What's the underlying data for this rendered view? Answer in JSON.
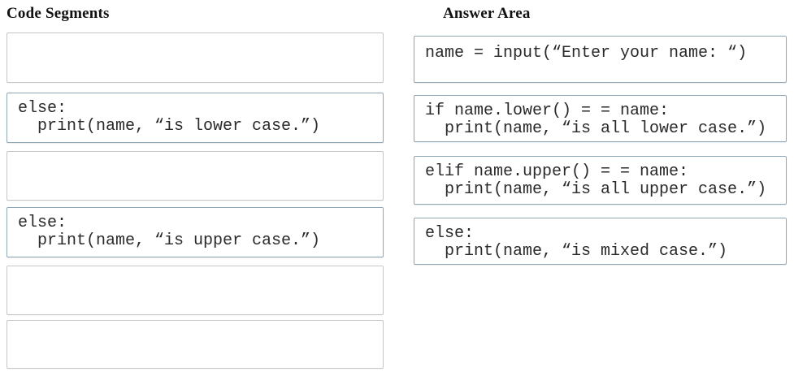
{
  "left_panel": {
    "title": "Code Segments",
    "segments": [
      {
        "lines": []
      },
      {
        "lines": [
          "else:",
          "  print(name, “is lower case.”)"
        ]
      },
      {
        "lines": []
      },
      {
        "lines": [
          "else:",
          "  print(name, “is upper case.”)"
        ]
      },
      {
        "lines": []
      },
      {
        "lines": []
      }
    ]
  },
  "right_panel": {
    "title": "Answer Area",
    "answers": [
      {
        "lines": [
          "name = input(“Enter your name: “)"
        ]
      },
      {
        "lines": [
          "if name.lower() = = name:",
          "  print(name, “is all lower case.”)"
        ]
      },
      {
        "lines": [
          "elif name.upper() = = name:",
          "  print(name, “is all upper case.”)"
        ]
      },
      {
        "lines": [
          "else:",
          "  print(name, “is mixed case.”)"
        ]
      }
    ]
  },
  "colors": {
    "card_border": "#90a7b5",
    "empty_slot_border": "#c3c7ca",
    "code_text": "#2a2a2a",
    "title_text": "#111111",
    "background": "#ffffff"
  }
}
